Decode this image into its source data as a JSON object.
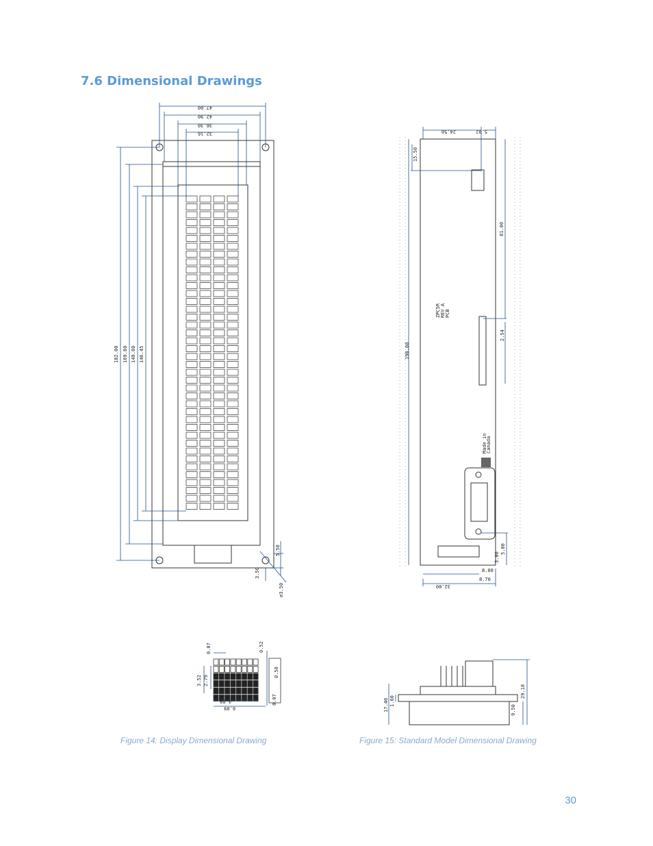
{
  "heading": "7.6 Dimensional Drawings",
  "figures": [
    {
      "caption": "Figure 14: Display Dimensional Drawing"
    },
    {
      "caption": "Figure 15: Standard Model Dimensional Drawing"
    }
  ],
  "page_number": "30",
  "drawing_front": {
    "dims_top": [
      "47.00",
      "42.90",
      "36.30",
      "32.16"
    ],
    "dims_left": [
      "182.00",
      "169.80",
      "149.80",
      "146.45"
    ],
    "dims_hole": [
      "5.50",
      "3.50",
      "⌀3.50"
    ]
  },
  "drawing_back": {
    "dims_top": [
      "24.50",
      "5.02"
    ],
    "dims_side": [
      "15.50",
      "81.00",
      "190.00",
      "2.54"
    ],
    "dims_bottom": [
      "5.00",
      "3.00",
      "8.00",
      "8.70",
      "32.00"
    ],
    "board_text": [
      "ZPC5R",
      "REV A",
      "PCB"
    ],
    "logo_text": [
      "Made in",
      "Canada"
    ]
  },
  "drawing_char": {
    "dims": [
      "0.07",
      "0.52",
      "3.52",
      "2.79",
      "0.50",
      "0.07",
      "4.89",
      "6.09"
    ]
  },
  "drawing_side": {
    "dims": [
      "17.40",
      "1.60",
      "9.50",
      "29.18"
    ]
  }
}
